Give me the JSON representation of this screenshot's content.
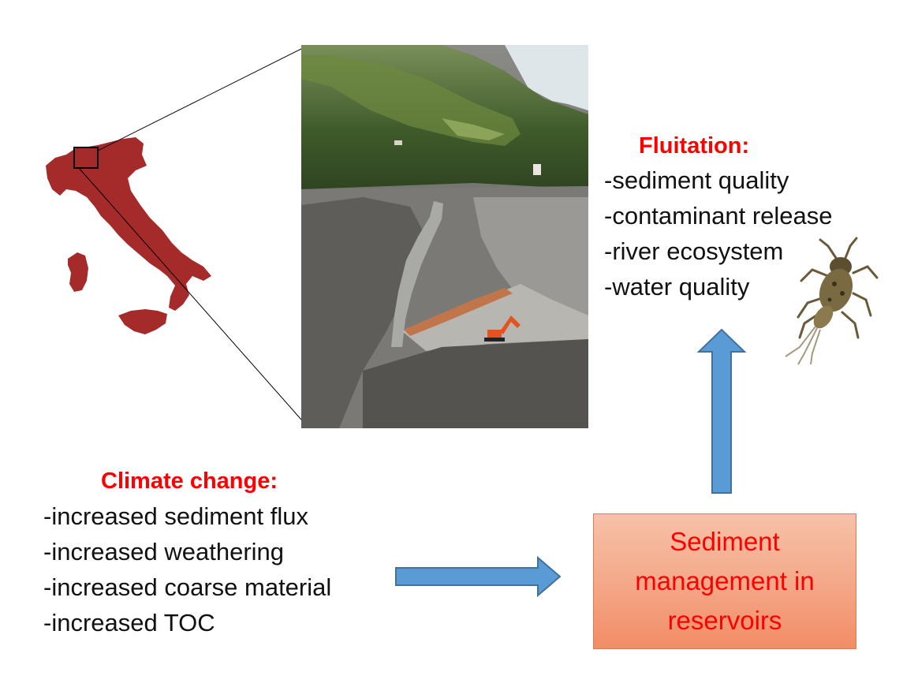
{
  "fluitation": {
    "title": "Fluitation:",
    "items": [
      "-sediment quality",
      "-contaminant release",
      "-river ecosystem",
      "-water quality"
    ]
  },
  "climate": {
    "title": "Climate change:",
    "items": [
      "-increased sediment flux",
      "-increased weathering",
      "-increased coarse material",
      "-increased TOC"
    ]
  },
  "management": {
    "lines": [
      "Sediment",
      "management in",
      "reservoirs"
    ]
  },
  "colors": {
    "italy": "#a52a2a",
    "arrow_fill": "#5b9bd5",
    "arrow_stroke": "#41719c",
    "heading": "#ff0000"
  },
  "icons": [
    "italy-map",
    "reservoir-photo",
    "mayfly-larva"
  ]
}
